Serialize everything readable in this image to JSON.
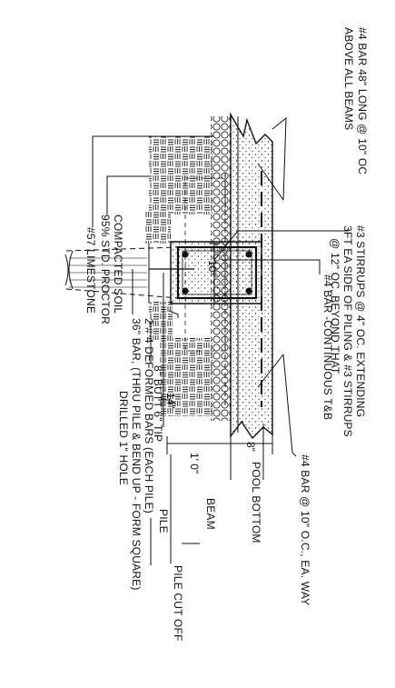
{
  "drawing": {
    "labels": {
      "bar_48": [
        "#4 BAR 48\" LONG @ 10\" OC",
        "ABOVE ALL BEAMS"
      ],
      "stirrups": [
        "#3 STIRRUPS @ 4\" OC. EXTENDING",
        "3FT EA SIDE OF PILING & #3 STIRRUPS",
        "@ 12\" OC, BEYOND THAT"
      ],
      "bar_continuous": "#4 BAR -CONTINUOUS T&B",
      "bar_each_way": "#4 BAR @ 10\" O.C., EA. WAY",
      "soil": [
        "COMPACTED SOIL",
        "95% STD. PROCTOR"
      ],
      "limestone": "#57 LIMESTONE",
      "pile_size": "8\" BUTT 6\" TIP",
      "deformed_bars": [
        "2 # 4 DEFORMED BARS (EACH PILE)",
        "36\" BAR, (THRU PILE & BEND UP - FORM SQUARE)",
        "DRILLED 1\" HOLE"
      ],
      "pool_bottom": "POOL BOTTOM",
      "beam": "BEAM",
      "pile": "PILE",
      "pile_cut_off": "PILE CUT OFF"
    },
    "dimensions": {
      "ten_in": "10\"",
      "fourteen_in": "14\"",
      "one_ft": "1' 0\"",
      "eight_in": "8\""
    }
  }
}
